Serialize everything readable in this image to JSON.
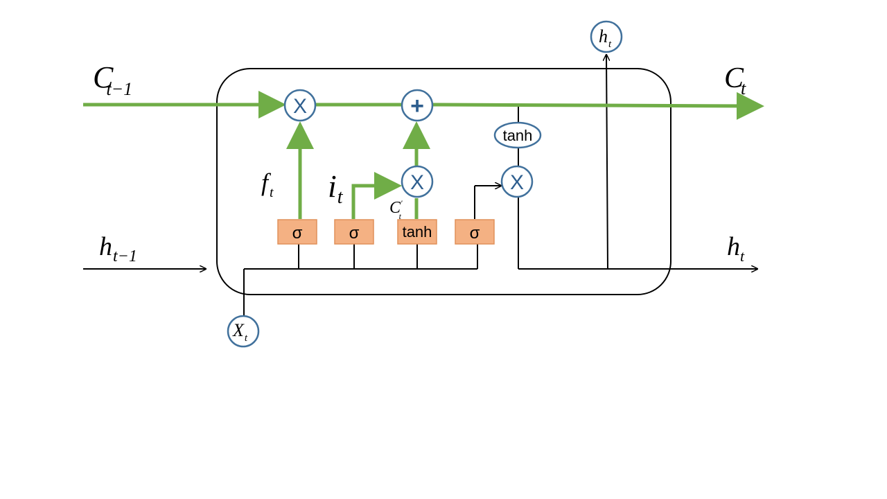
{
  "labels": {
    "c_prev": "C",
    "c_prev_sub": "t−1",
    "c_out": "C",
    "c_out_sub": "t",
    "h_prev": "h",
    "h_prev_sub": "t−1",
    "h_out_right": "h",
    "h_out_right_sub": "t",
    "h_out_top": "h",
    "h_out_top_sub": "t",
    "x_in": "X",
    "x_in_sub": "t",
    "forget_gate": "f",
    "forget_gate_sub": "t",
    "input_gate": "i",
    "input_gate_sub": "t",
    "candidate": "C",
    "candidate_sub": "t",
    "candidate_prime": "'"
  },
  "gates": {
    "sigma_forget": "σ",
    "sigma_input": "σ",
    "tanh_candidate": "tanh",
    "sigma_output": "σ"
  },
  "ops": {
    "mult_forget": "X",
    "add_cell": "+",
    "mult_input": "X",
    "mult_output": "X",
    "tanh_cell": "tanh"
  },
  "colors": {
    "cell_state_line": "#70ad47",
    "gate_fill": "#f4b183",
    "gate_border": "#e0905a",
    "op_circle_stroke": "#41719c",
    "op_glyph": "#2f5f8f",
    "line": "#000000"
  }
}
